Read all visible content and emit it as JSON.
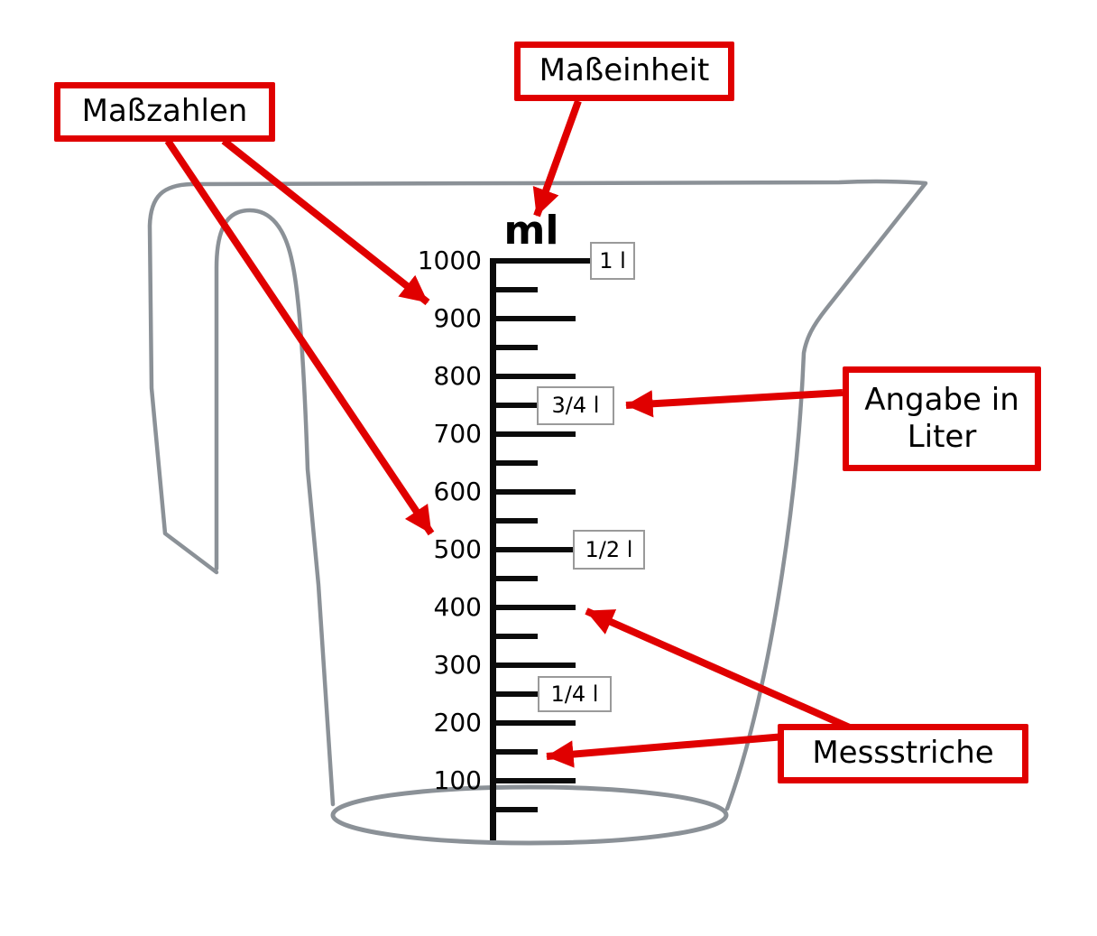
{
  "figure": {
    "kind": "labeled measuring jug scale diagram"
  },
  "scale": {
    "unit_label": "ml",
    "min": 50,
    "max": 1000,
    "tick_step": 50,
    "numbered_values": [
      1000,
      900,
      800,
      700,
      600,
      500,
      400,
      300,
      200,
      100
    ],
    "liter_marks": [
      {
        "value": 1000,
        "label": "1 l"
      },
      {
        "value": 750,
        "label": "3/4 l"
      },
      {
        "value": 500,
        "label": "1/2 l"
      },
      {
        "value": 250,
        "label": "1/4 l"
      }
    ]
  },
  "callouts": {
    "masszahlen": {
      "label": "Maßzahlen",
      "points_to": "scale numbers (900, 500)"
    },
    "masseinheit": {
      "label": "Maßeinheit",
      "points_to": "unit label ml"
    },
    "angabe": {
      "label": "Angabe in Liter",
      "points_to": "liter mark 3/4 l"
    },
    "messstriche": {
      "label": "Messstriche",
      "points_to": "tick marks (400, 150)"
    }
  },
  "colors": {
    "accent_red": "#e00000",
    "cup_gray": "#8b9197",
    "scale_black": "#0b0b0b",
    "liter_box_border": "#9a9a9a"
  }
}
